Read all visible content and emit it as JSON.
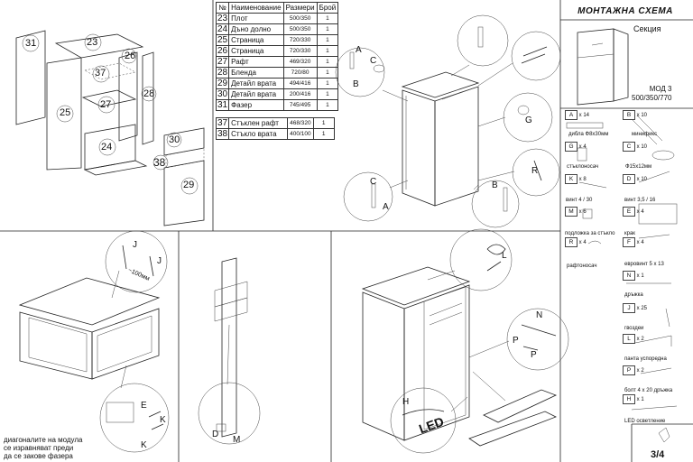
{
  "header": {
    "title": "МОНТАЖНА СХЕМА",
    "subtitle": "Секция",
    "model_line1": "МОД 3",
    "model_line2": "500/350/770"
  },
  "parts_table": {
    "headers": [
      "№",
      "Наименование",
      "Размери",
      "Брой"
    ],
    "rows": [
      {
        "no": "23",
        "name": "Плот",
        "size": "500/350",
        "qty": "1"
      },
      {
        "no": "24",
        "name": "Дъно долно",
        "size": "500/350",
        "qty": "1"
      },
      {
        "no": "25",
        "name": "Страница",
        "size": "720/330",
        "qty": "1"
      },
      {
        "no": "26",
        "name": "Страница",
        "size": "720/330",
        "qty": "1"
      },
      {
        "no": "27",
        "name": "Рафт",
        "size": "469/320",
        "qty": "1"
      },
      {
        "no": "28",
        "name": "Бленда",
        "size": "720/80",
        "qty": "1"
      },
      {
        "no": "29",
        "name": "Детайл врата",
        "size": "494/416",
        "qty": "1"
      },
      {
        "no": "30",
        "name": "Детайл врата",
        "size": "200/416",
        "qty": "1"
      },
      {
        "no": "31",
        "name": "Фазер",
        "size": "745/495",
        "qty": "1"
      }
    ],
    "glass_rows": [
      {
        "no": "37",
        "name": "Стъклен рафт",
        "size": "468/320",
        "qty": "1"
      },
      {
        "no": "38",
        "name": "Стъкло врата",
        "size": "400/100",
        "qty": "1"
      }
    ]
  },
  "exploded_labels": [
    "31",
    "23",
    "26",
    "37",
    "28",
    "27",
    "25",
    "24",
    "30",
    "38",
    "29"
  ],
  "hardware": [
    {
      "code": "A",
      "qty": "x 14",
      "name": "дибла Ф8x30мм"
    },
    {
      "code": "B",
      "qty": "x 10",
      "name": "минификс"
    },
    {
      "code": "G",
      "qty": "x 4",
      "name": "стъклоносач"
    },
    {
      "code": "C",
      "qty": "x 10",
      "name": "Ф15x12мм"
    },
    {
      "code": "K",
      "qty": "x 8",
      "name": "винт 4 / 30"
    },
    {
      "code": "D",
      "qty": "x 10",
      "name": "винт 3,5 / 16"
    },
    {
      "code": "M",
      "qty": "x 6",
      "name": "подложка за стъкло"
    },
    {
      "code": "E",
      "qty": "x 4",
      "name": "крак"
    },
    {
      "code": "R",
      "qty": "x 4",
      "name": "рафтоносач"
    },
    {
      "code": "F",
      "qty": "x 4",
      "name": "евровинт 5 x 13"
    },
    {
      "code": "N",
      "qty": "x 1",
      "name": "дръжка"
    },
    {
      "code": "J",
      "qty": "x 25",
      "name": "гвоздеи"
    },
    {
      "code": "L",
      "qty": "x 2",
      "name": "панта успоредна"
    },
    {
      "code": "P",
      "qty": "x 2",
      "name": "болт 4 x 20 дръжка"
    },
    {
      "code": "H",
      "qty": "x 1",
      "name": "LED осветление"
    }
  ],
  "callouts": {
    "mm": "~100мм",
    "led": "LED",
    "letters": [
      "A",
      "B",
      "C",
      "G",
      "R",
      "A",
      "B",
      "C",
      "J",
      "J",
      "E",
      "K",
      "K",
      "D",
      "M",
      "H",
      "N",
      "P",
      "P",
      "L"
    ]
  },
  "note": {
    "line1": "диагоналите на модула",
    "line2": "се изравняват преди",
    "line3": "да се закове фазера"
  },
  "page": "3/4"
}
